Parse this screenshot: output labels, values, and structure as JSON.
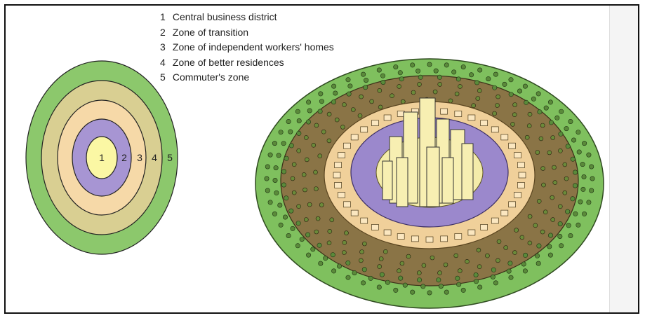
{
  "legend": [
    {
      "number": "1",
      "label": "Central business district"
    },
    {
      "number": "2",
      "label": "Zone of transition"
    },
    {
      "number": "3",
      "label": "Zone of independent workers' homes"
    },
    {
      "number": "4",
      "label": "Zone of better residences"
    },
    {
      "number": "5",
      "label": "Commuter's zone"
    }
  ],
  "zones": [
    {
      "number": "5",
      "color": "#8cc86c"
    },
    {
      "number": "4",
      "color": "#d9cf92"
    },
    {
      "number": "3",
      "color": "#f6d9a8"
    },
    {
      "number": "2",
      "color": "#a795d3"
    },
    {
      "number": "1",
      "color": "#fbf7a4"
    }
  ],
  "illustration_colors": {
    "commuter_zone": "#7fc05e",
    "better_residences": "#8a7446",
    "workers_homes": "#f0d09a",
    "transition": "#9b88cc",
    "cbd": "#f4ecaa",
    "trees": "#5a8a3a"
  }
}
